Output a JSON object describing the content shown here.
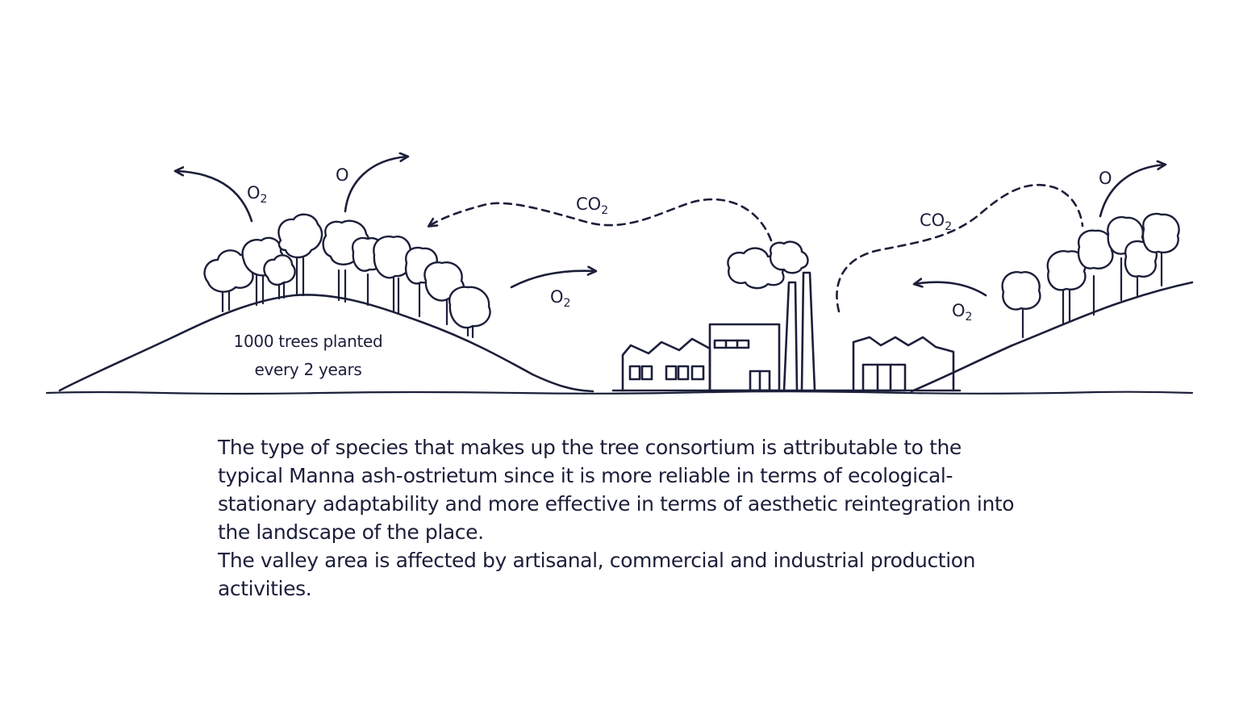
{
  "labels": {
    "o2_top_left": "O",
    "o2_top_left_sub": "2",
    "o_top_left": "O",
    "co2_top_middle": "CO",
    "co2_top_middle_sub": "2",
    "o2_middle_left": "O",
    "o2_middle_left_sub": "2",
    "co2_right": "CO",
    "co2_right_sub": "2",
    "o_top_right": "O",
    "o2_right": "O",
    "o2_right_sub": "2"
  },
  "caption": {
    "line1": "1000 trees planted",
    "line2": "every 2 years"
  },
  "description": {
    "paragraph1": "The type of species that makes up the tree consortium is attributable to the typical Manna ash-ostrietum since it is more reliable in terms of ecological-stationary adaptability and more effective in terms of aesthetic reintegration into the landscape of the place.",
    "paragraph2": "The valley area is affected by artisanal, commercial and industrial production activities."
  },
  "colors": {
    "ink": "#1c1f3a",
    "background": "#ffffff"
  }
}
